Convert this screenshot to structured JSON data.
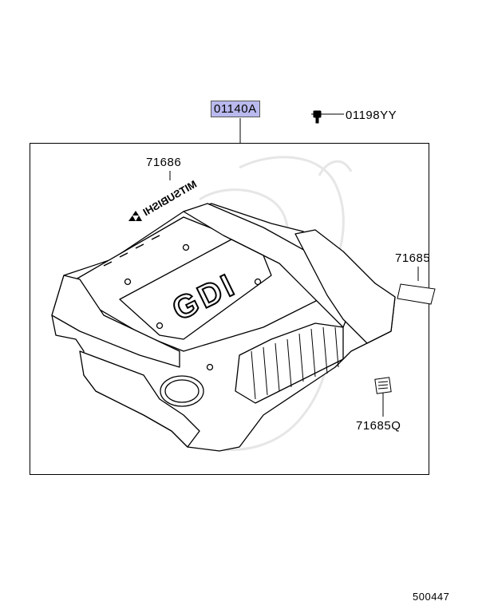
{
  "diagram": {
    "main_part_number": "01140A",
    "bolt_part_number": "01198YY",
    "emblem_part_number": "71686",
    "emblem_text": "MITSUBISHI",
    "label_part_number": "71685",
    "small_label_part_number": "71685Q",
    "cover_lettering": "GDI",
    "diagram_code": "500447"
  },
  "colors": {
    "highlight": "#b9b9ee",
    "line": "#000000",
    "watermark": "#e6e6e6"
  }
}
